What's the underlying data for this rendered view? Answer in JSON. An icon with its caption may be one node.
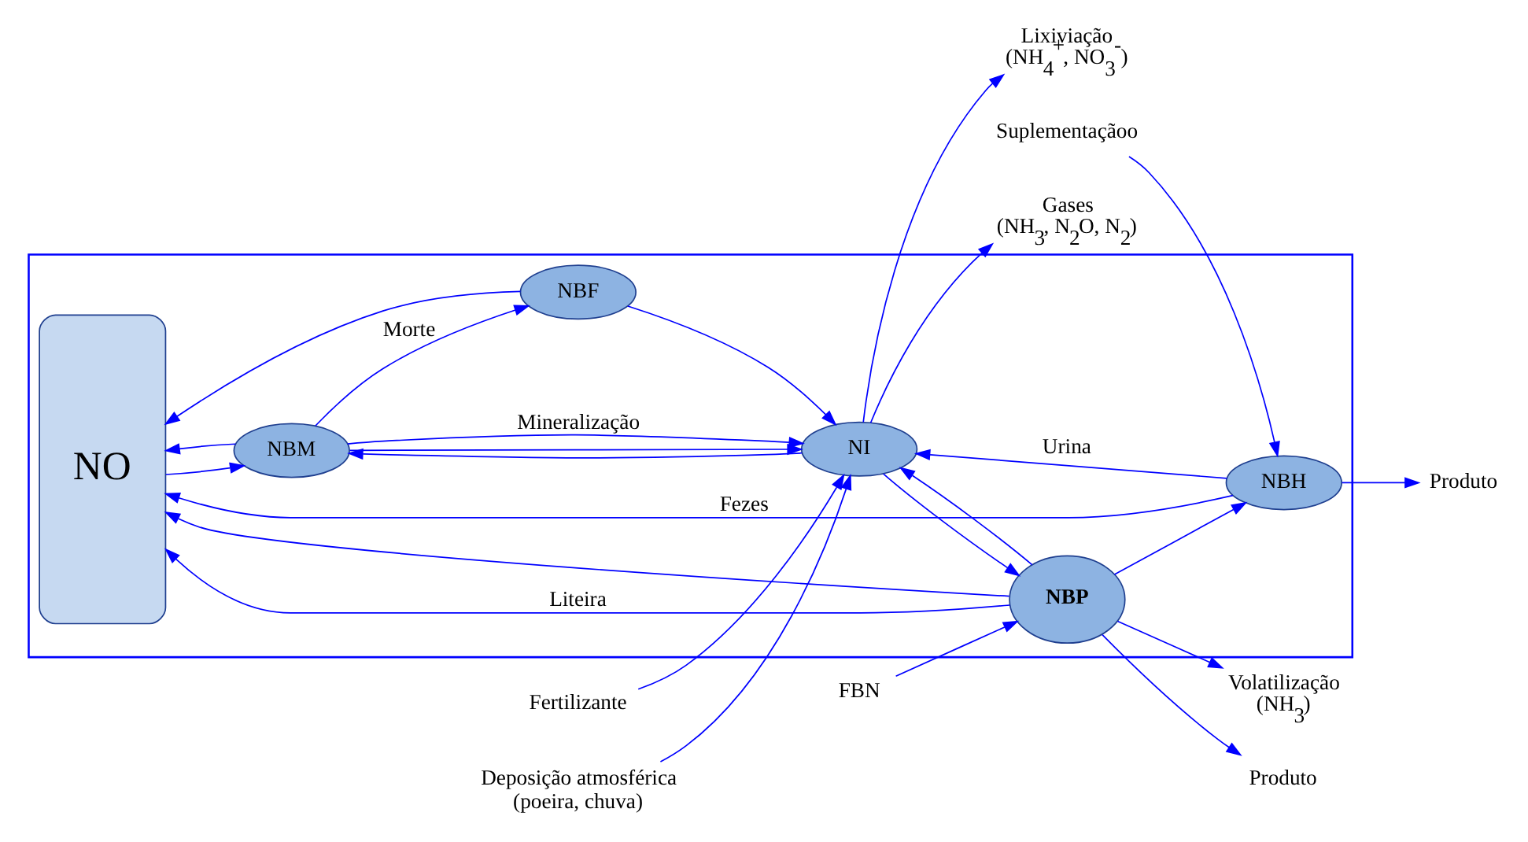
{
  "diagram": {
    "nodes": [
      {
        "text": [],
        "shape": "box"
      },
      {
        "text": [
          "NO"
        ],
        "in": 0
      },
      {
        "text": [
          "NBH"
        ],
        "in": 0
      },
      {
        "text": [
          "NBP"
        ],
        "in": 0
      },
      {
        "text": [
          "NBM"
        ],
        "in": 0
      },
      {
        "text": [
          "NI"
        ],
        "in": 0
      },
      {
        "text": [
          "NBF"
        ],
        "in": 0
      },
      {
        "text": [
          "Produto"
        ]
      },
      {
        "text": [
          "Suplementaçãoo"
        ]
      },
      {
        "text": [
          "Produto"
        ]
      },
      {
        "text": [
          "Volatilização",
          "(NH$_{3}$)"
        ]
      },
      {
        "text": [
          "FBN"
        ]
      },
      {
        "text": [
          "Gases",
          "(NH$_{3}$, N$_{2}$O, N$_{2}$)"
        ]
      },
      {
        "text": [
          "Lixiviação",
          "(NH$_{4}$$^{+}$, NO$_{3}$$^{-}$)"
        ]
      },
      {
        "text": [
          "Deposição atmosférica",
          "(poeira, chuva)"
        ]
      },
      {
        "text": [
          "Fertilizante"
        ]
      }
    ],
    "edges": [
      {
        "from": 2,
        "to": 7,
        "arrow": "to"
      },
      {
        "from": 8,
        "to": 2,
        "arrow": "to"
      },
      {
        "from": 3,
        "to": 9,
        "arrow": "to"
      },
      {
        "from": 3,
        "to": 10,
        "arrow": "to"
      },
      {
        "from": 11,
        "to": 3,
        "arrow": "to"
      },
      {
        "from": 3,
        "to": 2,
        "arrow": "to"
      },
      {
        "from": 2,
        "to": 1,
        "arrow": "to",
        "label": "Fezes"
      },
      {
        "from": 3,
        "to": 1,
        "arrow": "to",
        "label": "Liteira"
      },
      {
        "from": 3,
        "to": 1,
        "arrow": "to"
      },
      {
        "from": 2,
        "to": 5,
        "arrow": "to",
        "label": "Urina"
      },
      {
        "from": 3,
        "to": 5,
        "arrow": "to"
      },
      {
        "from": 5,
        "to": 3,
        "arrow": "to"
      },
      {
        "from": 1,
        "to": 4,
        "arrow": "to"
      },
      {
        "from": 4,
        "to": 1,
        "arrow": "to"
      },
      {
        "from": 5,
        "to": 4,
        "arrow": "to"
      },
      {
        "from": 4,
        "to": 5,
        "arrow": "to"
      },
      {
        "from": 4,
        "to": 5,
        "arrow": "to",
        "label": "Mineralização"
      },
      {
        "from": 4,
        "to": 6,
        "arrow": "to",
        "label": "Morte"
      },
      {
        "from": 6,
        "to": 1,
        "arrow": "to"
      },
      {
        "from": 6,
        "to": 5,
        "arrow": "to"
      },
      {
        "from": 5,
        "to": 12,
        "arrow": "to"
      },
      {
        "from": 5,
        "to": 13,
        "arrow": "to"
      },
      {
        "from": 14,
        "to": 5,
        "arrow": "to"
      },
      {
        "from": 15,
        "to": 5,
        "arrow": "to"
      }
    ]
  }
}
